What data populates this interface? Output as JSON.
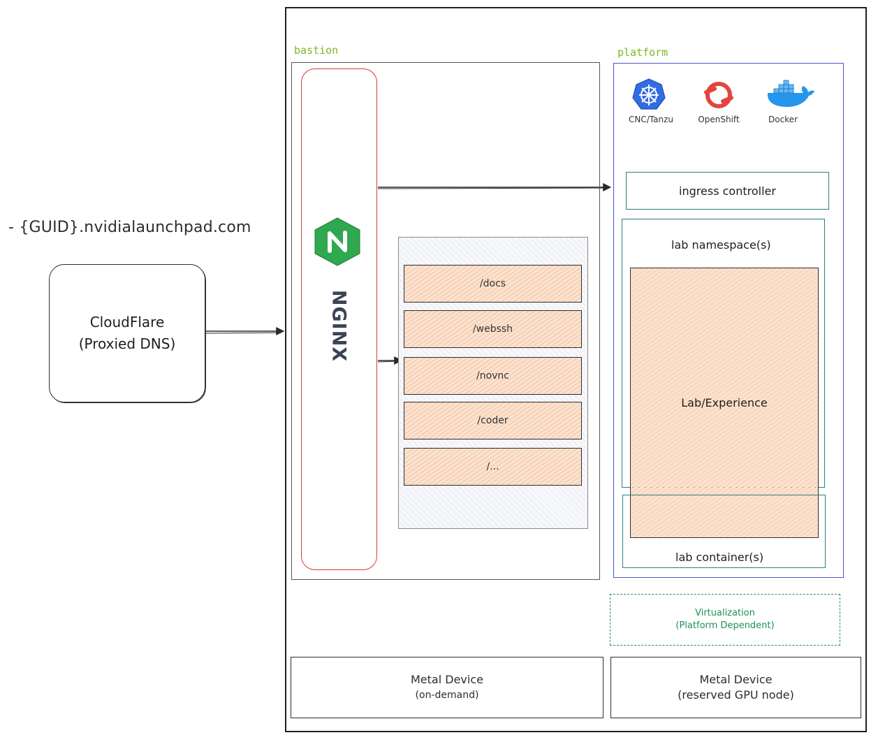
{
  "left_domain": "- {GUID}.nvidialaunchpad.com",
  "cloudflare": {
    "line1": "CloudFlare",
    "line2": "(Proxied DNS)"
  },
  "bastion": {
    "title": "bastion",
    "nginx_label": "NGINX",
    "routes": [
      "/docs",
      "/webssh",
      "/novnc",
      "/coder",
      "/..."
    ]
  },
  "platform": {
    "title": "platform",
    "logos": [
      {
        "label": "CNC/Tanzu",
        "icon": "kubernetes-icon"
      },
      {
        "label": "OpenShift",
        "icon": "openshift-icon"
      },
      {
        "label": "Docker",
        "icon": "docker-icon"
      }
    ],
    "ingress_controller": "ingress controller",
    "lab_namespace": "lab namespace(s)",
    "lab_experience": "Lab/Experience",
    "lab_container": "lab container(s)"
  },
  "virtualization": {
    "line1": "Virtualization",
    "line2": "(Platform Dependent)"
  },
  "metal_left": {
    "line1": "Metal Device",
    "line2": "(on-demand)"
  },
  "metal_right": {
    "line1": "Metal Device",
    "line2": "(reserved GPU node)"
  },
  "colors": {
    "accent_green": "#7bb91f",
    "platform_border": "#4a57c8",
    "nginx_border": "#d33a37",
    "teal_border": "#2f7f7c",
    "virtualization_green": "#2a8c59",
    "route_fill": "#fbe2cf"
  }
}
